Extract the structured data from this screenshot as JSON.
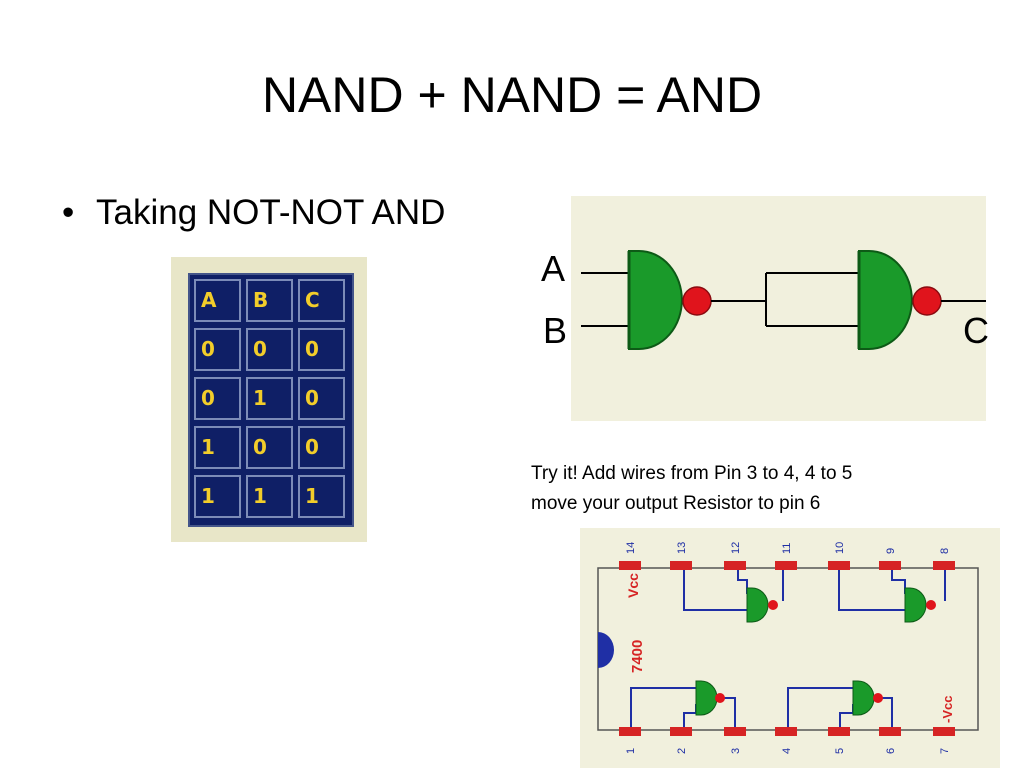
{
  "slide": {
    "title": "NAND + NAND = AND",
    "bullet": "Taking NOT-NOT AND",
    "note_line1": "Try it!  Add wires from Pin 3 to 4, 4 to 5",
    "note_line2": "move your output Resistor to pin 6"
  },
  "truth_table": {
    "headers": [
      "A",
      "B",
      "C"
    ],
    "rows": [
      [
        "0",
        "0",
        "0"
      ],
      [
        "0",
        "1",
        "0"
      ],
      [
        "1",
        "0",
        "0"
      ],
      [
        "1",
        "1",
        "1"
      ]
    ]
  },
  "circuit": {
    "input_a": "A",
    "input_b": "B",
    "output_c": "C"
  },
  "chip": {
    "part_number": "7400",
    "vcc_label": "Vcc",
    "gnd_label": "-Vcc",
    "top_pins": [
      "14",
      "13",
      "12",
      "11",
      "10",
      "9",
      "8"
    ],
    "bottom_pins": [
      "1",
      "2",
      "3",
      "4",
      "5",
      "6",
      "7"
    ]
  },
  "colors": {
    "gate_green": "#1a9a2a",
    "bubble_red": "#e0141c",
    "wire_blue": "#1f2fa5",
    "pad_red": "#d62424",
    "table_bg": "#0f1f66",
    "table_text": "#f2cd2a"
  }
}
